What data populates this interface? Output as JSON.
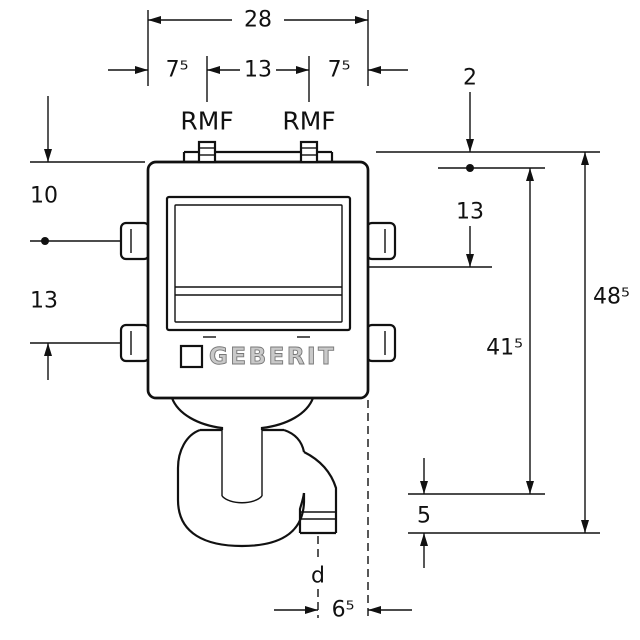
{
  "page": {
    "background": "#ffffff",
    "ink": "#111111"
  },
  "drawing": {
    "brand_logo": "GEBERIT",
    "top_dimensions": {
      "overall_width": "28",
      "left_offset": "7⁵",
      "connector_spacing": "13",
      "right_offset": "7⁵"
    },
    "connector_labels": {
      "left": "RMF",
      "right": "RMF"
    },
    "right_dimensions": {
      "top_clearance": "2",
      "panel_depth": "13",
      "mid_height": "41⁵",
      "overall_height": "48⁵",
      "outlet_drop": "5"
    },
    "left_dimensions": {
      "upper": "10",
      "lower": "13"
    },
    "bottom_dimensions": {
      "outlet_diameter": "d",
      "outlet_offset": "6⁵"
    }
  }
}
